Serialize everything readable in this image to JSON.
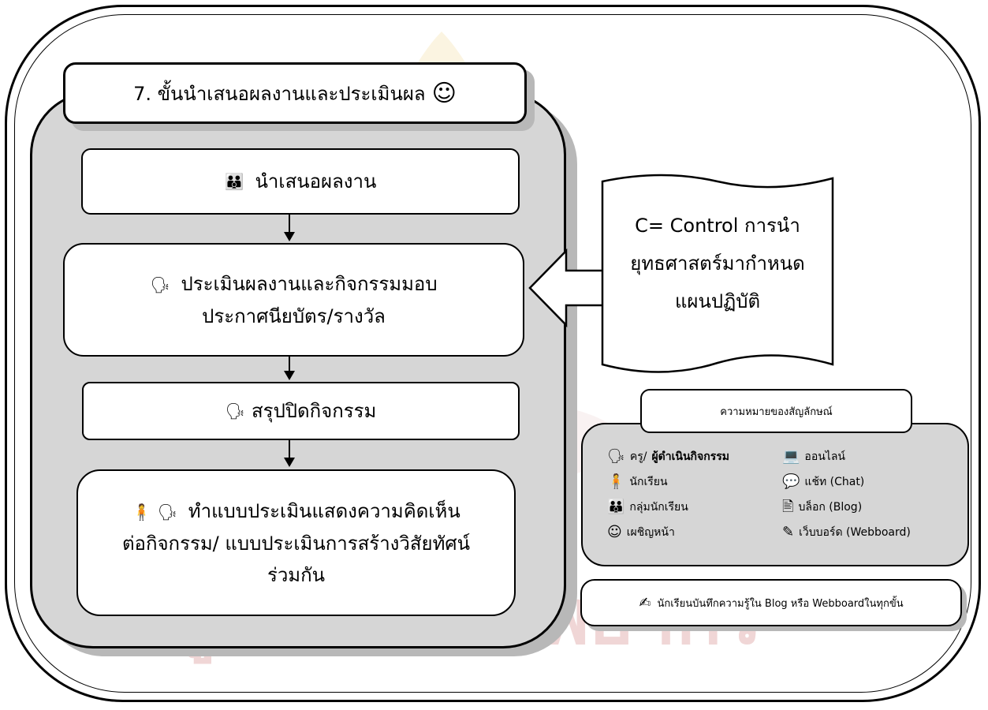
{
  "step_title": "7. ขั้นนำเสนอผลงานและประเมินผล",
  "boxes": [
    {
      "text": "นำเสนอผลงาน"
    },
    {
      "line1": "ประเมินผลงานและกิจกรรมมอบ",
      "line2": "ประกาศนียบัตร/รางวัล"
    },
    {
      "text": "สรุปปิดกิจกรรม"
    },
    {
      "line1": "ทำแบบประเมินแสดงความคิดเห็น",
      "line2": "ต่อกิจกรรม/ แบบประเมินการสร้างวิสัยทัศน์",
      "line3": "ร่วมกัน"
    }
  ],
  "document": {
    "line1": "C= Control การนำ",
    "line2": "ยุทธศาสตร์มากำหนด",
    "line3": "แผนปฏิบัติ"
  },
  "legend": {
    "title": "ความหมายของสัญลักษณ์",
    "items": [
      {
        "icon": "teacher-icon",
        "glyph": "🗣",
        "prefix": "ครู/",
        "label": "ผู้ดำเนินกิจกรรม"
      },
      {
        "icon": "computer-icon",
        "glyph": "💻",
        "label": "ออนไลน์"
      },
      {
        "icon": "student-icon",
        "glyph": "🧍",
        "label": "นักเรียน"
      },
      {
        "icon": "chat-icon",
        "glyph": "💬",
        "label": "แช้ท (Chat)"
      },
      {
        "icon": "group-icon",
        "glyph": "👪",
        "label": "กลุ่มนักเรียน"
      },
      {
        "icon": "blog-icon",
        "glyph": "🖹",
        "label": "บล็อก (Blog)"
      },
      {
        "icon": "smiley-icon",
        "glyph": "☺",
        "label": "เผชิญหน้า"
      },
      {
        "icon": "webboard-icon",
        "glyph": "✎",
        "label": "เว็บบอร์ด (Webboard)"
      }
    ]
  },
  "note": {
    "icon": "pen-icon",
    "text": "นักเรียนบันทึกความรู้ใน Blog หรือ Webboardในทุกขั้น"
  },
  "watermark_text": "ศูนย์วิทยทรัพยากร"
}
